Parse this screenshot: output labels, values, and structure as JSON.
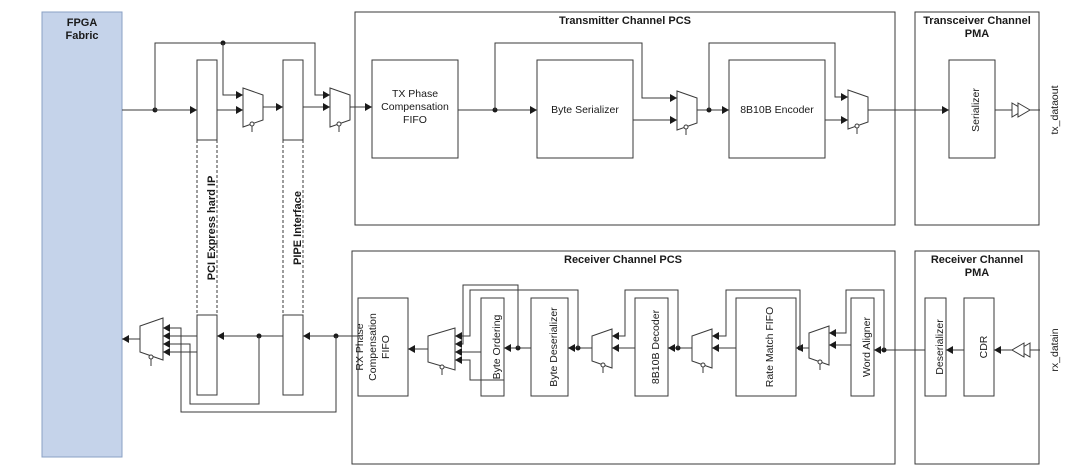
{
  "fpga_fabric": "FPGA\nFabric",
  "colors": {
    "fabric_fill": "#c5d3ea",
    "fabric_stroke": "#8aa0c4",
    "line": "#3a3a3a"
  },
  "transmitter": {
    "title": "Transmitter Channel PCS",
    "tx_phase_fifo": "TX Phase\nCompensation\nFIFO",
    "byte_serializer": "Byte Serializer",
    "encoder": "8B10B Encoder"
  },
  "tx_pma": {
    "title": "Transceiver Channel\nPMA",
    "serializer": "Serializer",
    "pin": "tx_dataout"
  },
  "receiver": {
    "title": "Receiver Channel PCS",
    "rx_phase_fifo": "RX Phase\nCompensation\nFIFO",
    "byte_ordering": "Byte Ordering",
    "byte_deserializer": "Byte Deserializer",
    "decoder": "8B10B Decoder",
    "rate_match": "Rate Match FIFO",
    "word_aligner": "Word Aligner"
  },
  "rx_pma": {
    "title": "Receiver Channel\nPMA",
    "deserializer": "Deserializer",
    "cdr": "CDR",
    "pin": "rx_datain"
  },
  "pcie_ip": "PCI Express hard IP",
  "pipe": "PIPE Interface"
}
